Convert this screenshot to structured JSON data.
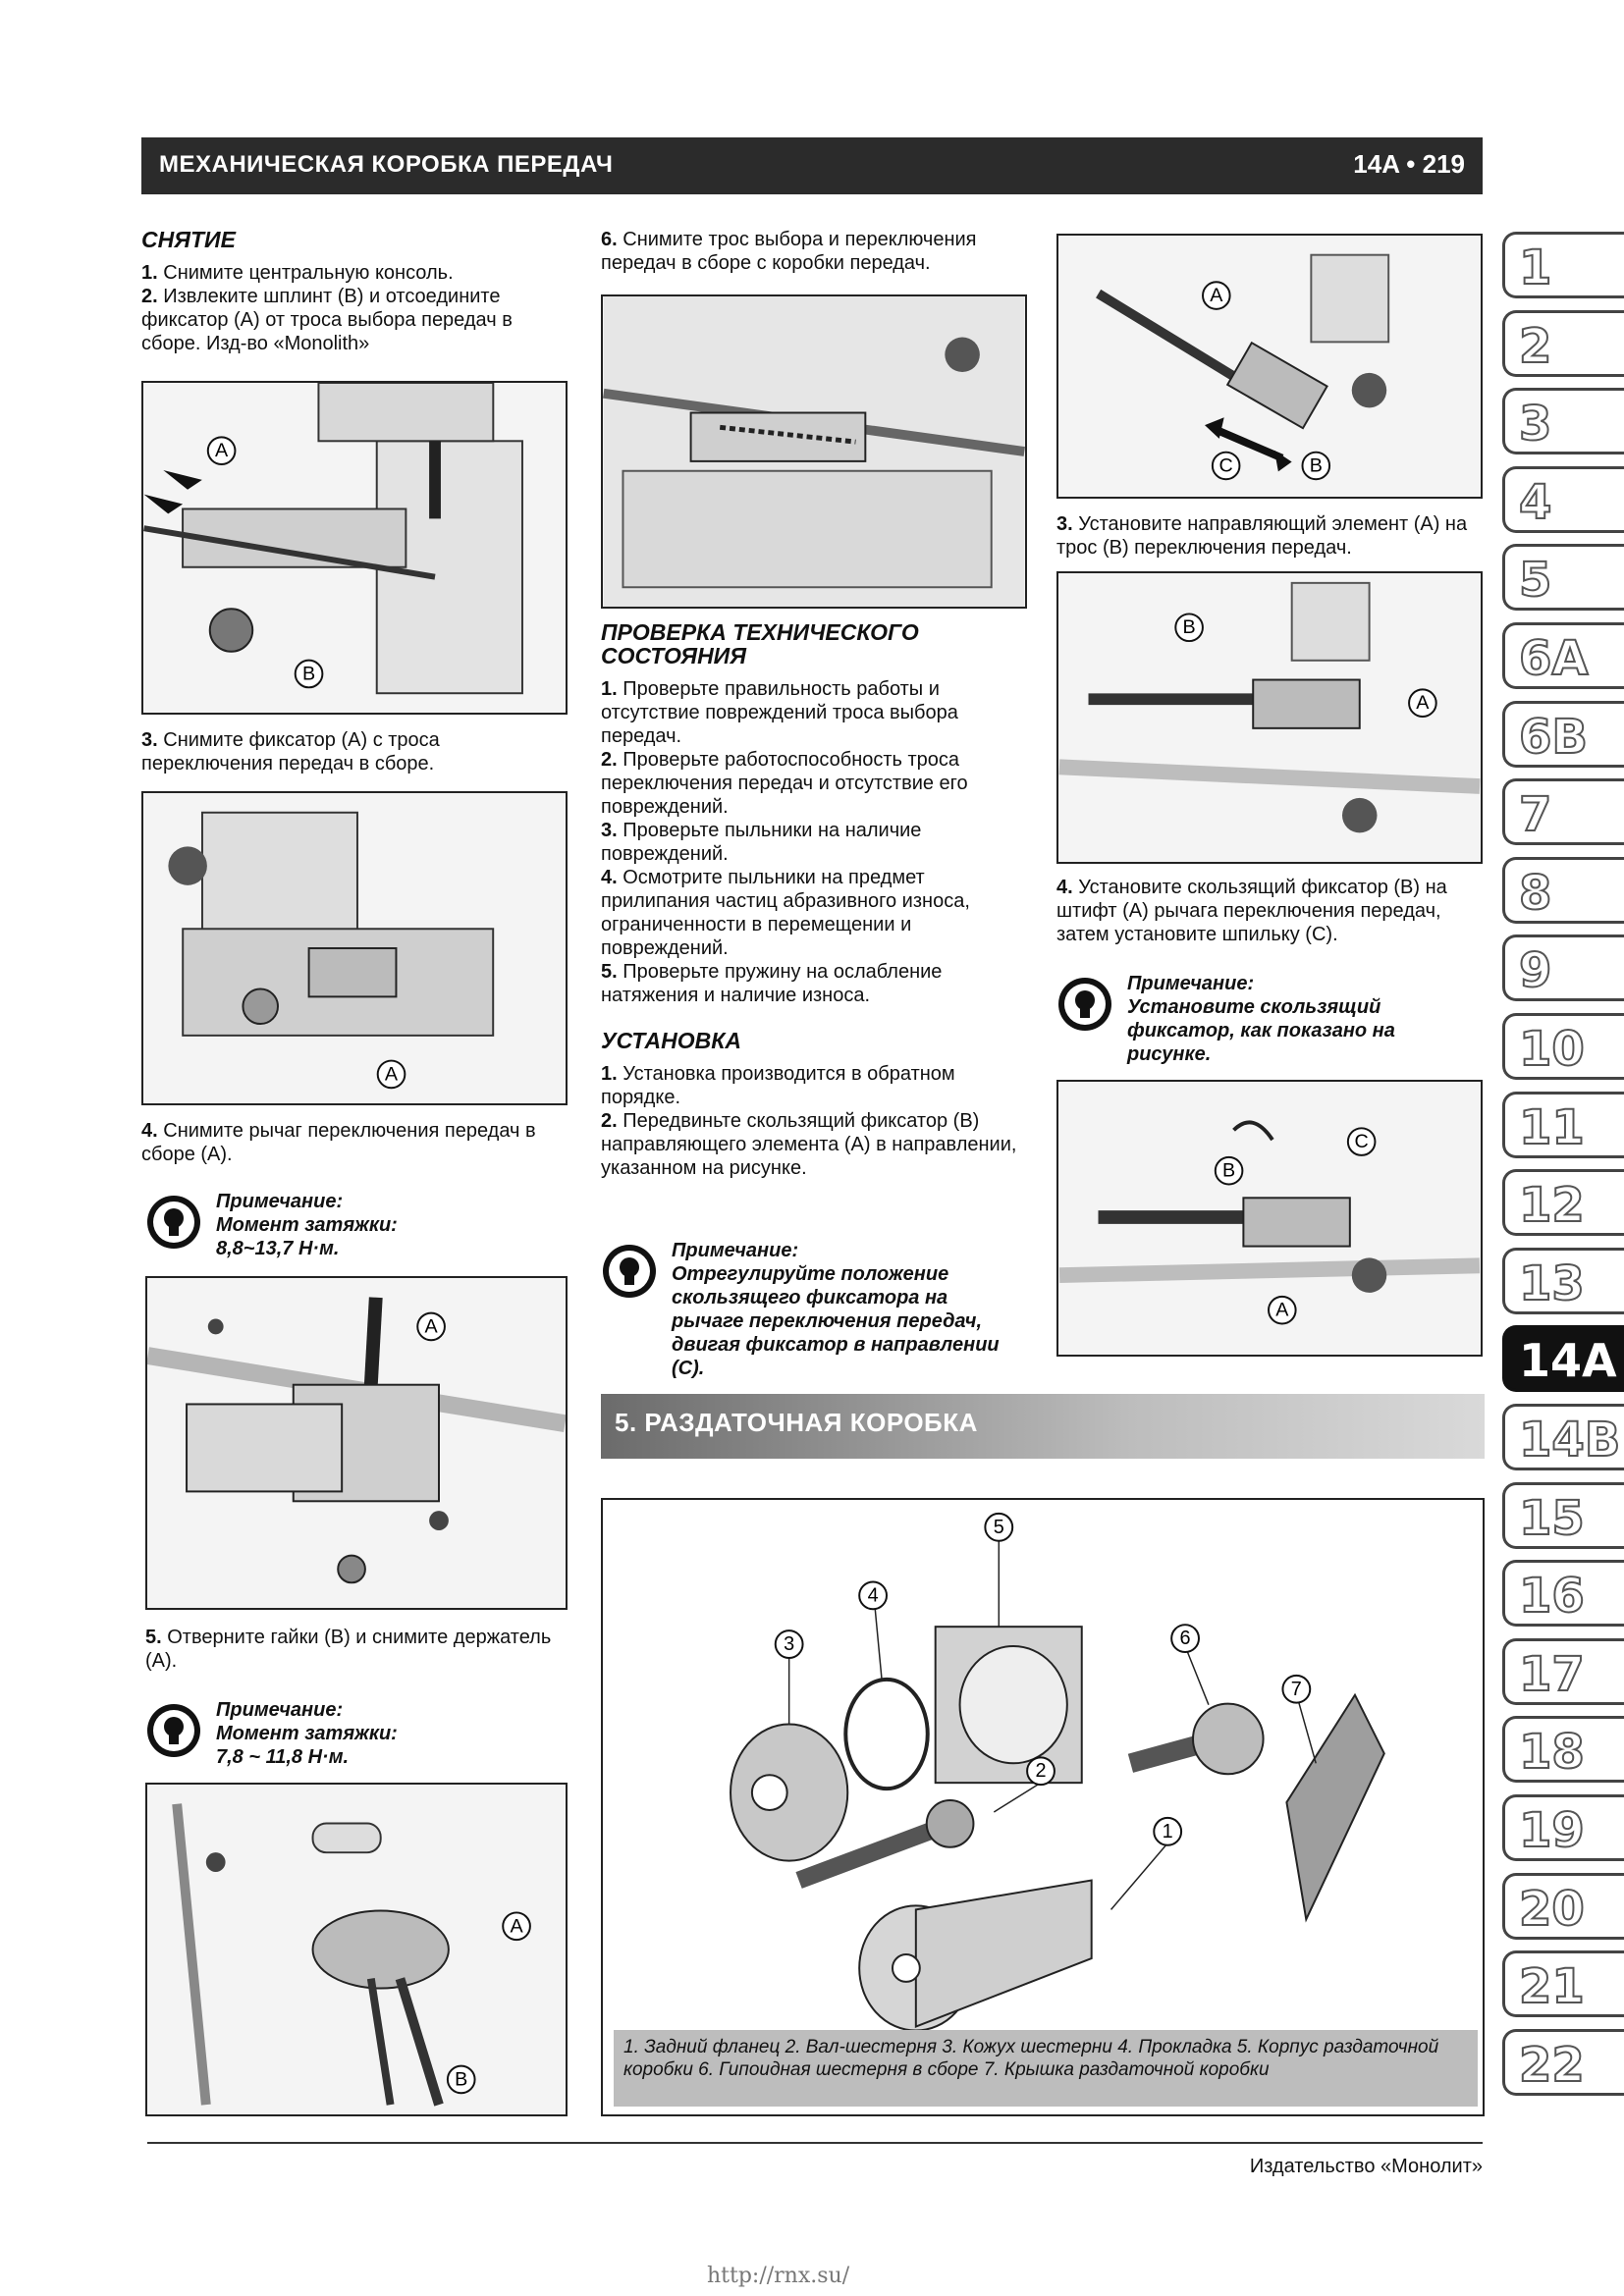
{
  "header": {
    "title": "МЕХАНИЧЕСКАЯ КОРОБКА ПЕРЕДАЧ",
    "chapter": "14A",
    "bullet": "•",
    "page": "219"
  },
  "col1": {
    "heading": "СНЯТИЕ",
    "s1_n": "1.",
    "s1": "Снимите центральную консоль.",
    "s2_n": "2.",
    "s2": "Извлеките шплинт (B) и отсоедините фиксатор (A) от троса выбора передач в сборе. Изд-во «Monolith»",
    "s3_n": "3.",
    "s3": "Снимите фиксатор (A) с троса переключения передач в сборе.",
    "s4_n": "4.",
    "s4": "Снимите рычаг переключения передач в сборе (A).",
    "note1": {
      "label": "Примечание:",
      "l2": "Момент затяжки:",
      "l3": "8,8~13,7 Н·м."
    },
    "s5_n": "5.",
    "s5": "Отверните гайки (B) и снимите держатель (A).",
    "note2": {
      "label": "Примечание:",
      "l2": "Момент затяжки:",
      "l3": "7,8 ~ 11,8 Н·м."
    }
  },
  "col2": {
    "s6_n": "6.",
    "s6": "Снимите трос выбора и переключения передач в сборе с коробки передач.",
    "heading_check": "ПРОВЕРКА ТЕХНИЧЕСКОГО СОСТОЯНИЯ",
    "c1_n": "1.",
    "c1": "Проверьте правильность работы и отсутствие повреждений троса выбора передач.",
    "c2_n": "2.",
    "c2": "Проверьте работоспособность троса переключения передач и отсутствие его повреждений.",
    "c3_n": "3.",
    "c3": "Проверьте пыльники на наличие повреждений.",
    "c4_n": "4.",
    "c4": "Осмотрите пыльники на предмет прилипания частиц абразивного износа, ограниченности в перемещении и повреждений.",
    "c5_n": "5.",
    "c5": "Проверьте пружину на ослабление натяжения и наличие износа.",
    "heading_install": "УСТАНОВКА",
    "i1_n": "1.",
    "i1": "Установка производится в обратном порядке.",
    "i2_n": "2.",
    "i2": "Передвиньте скользящий фиксатор (B) направляющего элемента (A) в направлении, указанном на рисунке.",
    "note3": {
      "label": "Примечание:",
      "text": "Отрегулируйте положение скользящего фиксатора на рычаге переключения передач, двигая фиксатор в направлении (C)."
    }
  },
  "col3": {
    "s3_n": "3.",
    "s3": "Установите направляющий элемент (A) на трос (B) переключения передач.",
    "s4_n": "4.",
    "s4": "Установите скользящий фиксатор (B) на штифт (A) рычага переключения передач, затем установите шпильку (C).",
    "note4": {
      "label": "Примечание:",
      "text": "Установите скользящий фиксатор, как показано на рисунке."
    }
  },
  "section5": {
    "title": "5. РАЗДАТОЧНАЯ КОРОБКА"
  },
  "section5_caption": "1. Задний фланец 2. Вал-шестерня 3. Кожух шестерни 4. Прокладка 5. Корпус раздаточной коробки 6. Гипоидная шестерня в сборе 7. Крышка раздаточной коробки",
  "labels": {
    "A": "A",
    "B": "B",
    "C": "C",
    "n1": "1",
    "n2": "2",
    "n3": "3",
    "n4": "4",
    "n5": "5",
    "n6": "6",
    "n7": "7"
  },
  "tabs": [
    "1",
    "2",
    "3",
    "4",
    "5",
    "6A",
    "6B",
    "7",
    "8",
    "9",
    "10",
    "11",
    "12",
    "13",
    "14A",
    "14B",
    "15",
    "16",
    "17",
    "18",
    "19",
    "20",
    "21",
    "22"
  ],
  "active_tab": "14A",
  "footer": "Издательство «Монолит»",
  "url": "http://rnx.su/"
}
